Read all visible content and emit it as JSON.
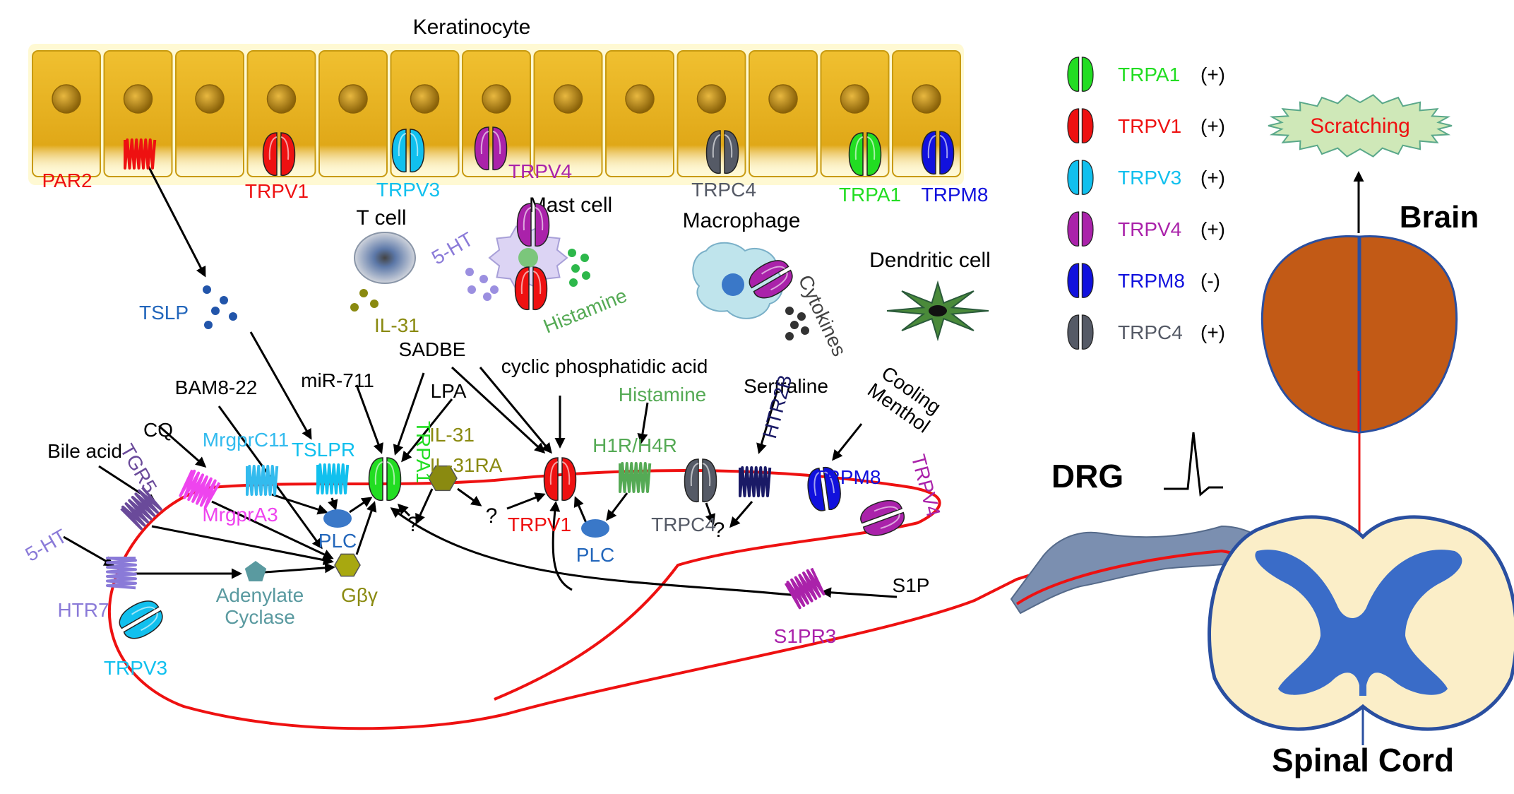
{
  "colors": {
    "trpa1": "#22dd22",
    "trpv1": "#ee1111",
    "trpv3": "#11c0ee",
    "trpv4": "#aa22aa",
    "trpm8": "#1111dd",
    "trpc4": "#555a66",
    "neuron": "#ee1111",
    "keratinocyte": "#e8b020",
    "gm_blue": "#3a6cc8",
    "cord_fill": "#fbeec8",
    "brain": "#c25a16",
    "olive": "#8a8a10",
    "teal": "#5a9aa0",
    "lilac": "#8a7ad8",
    "navy": "#1a1a66",
    "magenta": "#ee44ee",
    "skyblue": "#33bbee",
    "green_text": "#55aa55"
  },
  "texts": {
    "keratinocyte": "Keratinocyte",
    "par2": "PAR2",
    "trpv1": "TRPV1",
    "trpv3": "TRPV3",
    "trpv4": "TRPV4",
    "trpc4": "TRPC4",
    "trpa1": "TRPA1",
    "trpm8": "TRPM8",
    "t_cell": "T cell",
    "mast_cell": "Mast cell",
    "macrophage": "Macrophage",
    "dendritic_cell": "Dendritic cell",
    "five_ht": "5-HT",
    "histamine": "Histamine",
    "il31": "IL-31",
    "cytokines": "Cytokines",
    "tslp": "TSLP",
    "sadbe": "SADBE",
    "cyclic_pa": "cyclic phosphatidic acid",
    "mir711": "miR-711",
    "lpa": "LPA",
    "bam822": "BAM8-22",
    "sertraline": "Sertraline",
    "cooling_menthol": "Cooling\nMenthol",
    "bile_acid": "Bile acid",
    "cq": "CQ",
    "mrgprc11": "MrgprC11",
    "tslpr": "TSLPR",
    "tgr5": "TGR5",
    "mrgpra3": "MrgprA3",
    "il31ra": "IL-31RA",
    "h1r_h4r": "H1R/H4R",
    "htr2b": "HTR2B",
    "plc": "PLC",
    "gbg": "Gβγ",
    "q": "?",
    "htr7": "HTR7",
    "adenylate_cyclase": "Adenylate\nCyclase",
    "s1pr3": "S1PR3",
    "s1p": "S1P",
    "drg": "DRG",
    "brain": "Brain",
    "spinal_cord": "Spinal Cord",
    "scratching": "Scratching"
  },
  "legend": [
    {
      "label": "TRPA1",
      "sign": "(+)",
      "color": "#22dd22"
    },
    {
      "label": "TRPV1",
      "sign": "(+)",
      "color": "#ee1111"
    },
    {
      "label": "TRPV3",
      "sign": "(+)",
      "color": "#11c0ee"
    },
    {
      "label": "TRPV4",
      "sign": "(+)",
      "color": "#aa22aa"
    },
    {
      "label": "TRPM8",
      "sign": "(-)",
      "color": "#1111dd"
    },
    {
      "label": "TRPC4",
      "sign": "(+)",
      "color": "#555a66"
    }
  ]
}
